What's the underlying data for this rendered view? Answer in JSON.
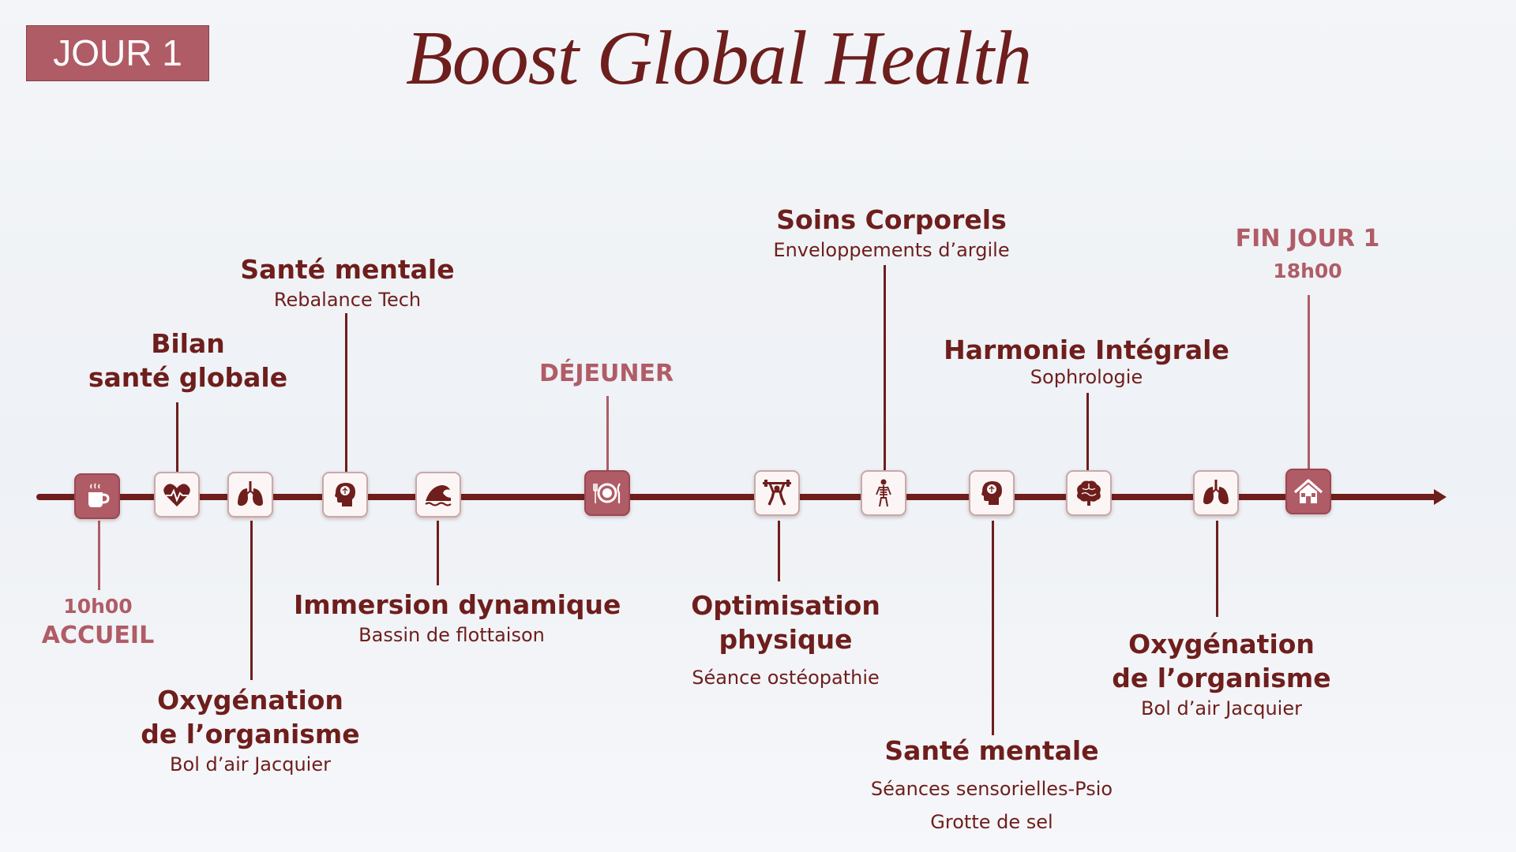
{
  "header": {
    "day_badge": "JOUR 1",
    "title": "Boost Global Health"
  },
  "colors": {
    "primary": "#6e1e1c",
    "accent": "#b05c66",
    "tile_background": "#fbf6f5",
    "page_background": "#f2f4f7"
  },
  "timeline": {
    "start": {
      "time": "10h00",
      "label": "ACCUEIL",
      "icon": "coffee-cup-icon"
    },
    "end": {
      "label": "FIN JOUR 1",
      "time": "18h00",
      "icon": "house-icon"
    },
    "lunch": {
      "label": "DÉJEUNER",
      "icon": "plate-cutlery-icon"
    },
    "activities": [
      {
        "title_lines": [
          "Bilan",
          "santé globale"
        ],
        "subtitle_lines": [],
        "icon": "heartbeat-icon"
      },
      {
        "title_lines": [
          "Oxygénation",
          "de l’organisme"
        ],
        "subtitle_lines": [
          "Bol d’air Jacquier"
        ],
        "icon": "lungs-icon"
      },
      {
        "title_lines": [
          "Santé mentale"
        ],
        "subtitle_lines": [
          "Rebalance Tech"
        ],
        "icon": "head-brain-icon"
      },
      {
        "title_lines": [
          "Immersion dynamique"
        ],
        "subtitle_lines": [
          "Bassin de flottaison"
        ],
        "icon": "wave-icon"
      },
      {
        "title_lines": [
          "Optimisation",
          "physique"
        ],
        "subtitle_lines": [
          "Séance ostéopathie"
        ],
        "icon": "weightlifter-icon"
      },
      {
        "title_lines": [
          "Soins Corporels"
        ],
        "subtitle_lines": [
          "Enveloppements d’argile"
        ],
        "icon": "skeleton-icon"
      },
      {
        "title_lines": [
          "Santé mentale"
        ],
        "subtitle_lines": [
          "Séances sensorielles-Psio",
          "Grotte de sel"
        ],
        "icon": "head-brain-icon"
      },
      {
        "title_lines": [
          "Harmonie Intégrale"
        ],
        "subtitle_lines": [
          "Sophrologie"
        ],
        "icon": "brain-icon"
      },
      {
        "title_lines": [
          "Oxygénation",
          "de l’organisme"
        ],
        "subtitle_lines": [
          "Bol d’air Jacquier"
        ],
        "icon": "lungs-icon"
      }
    ]
  }
}
